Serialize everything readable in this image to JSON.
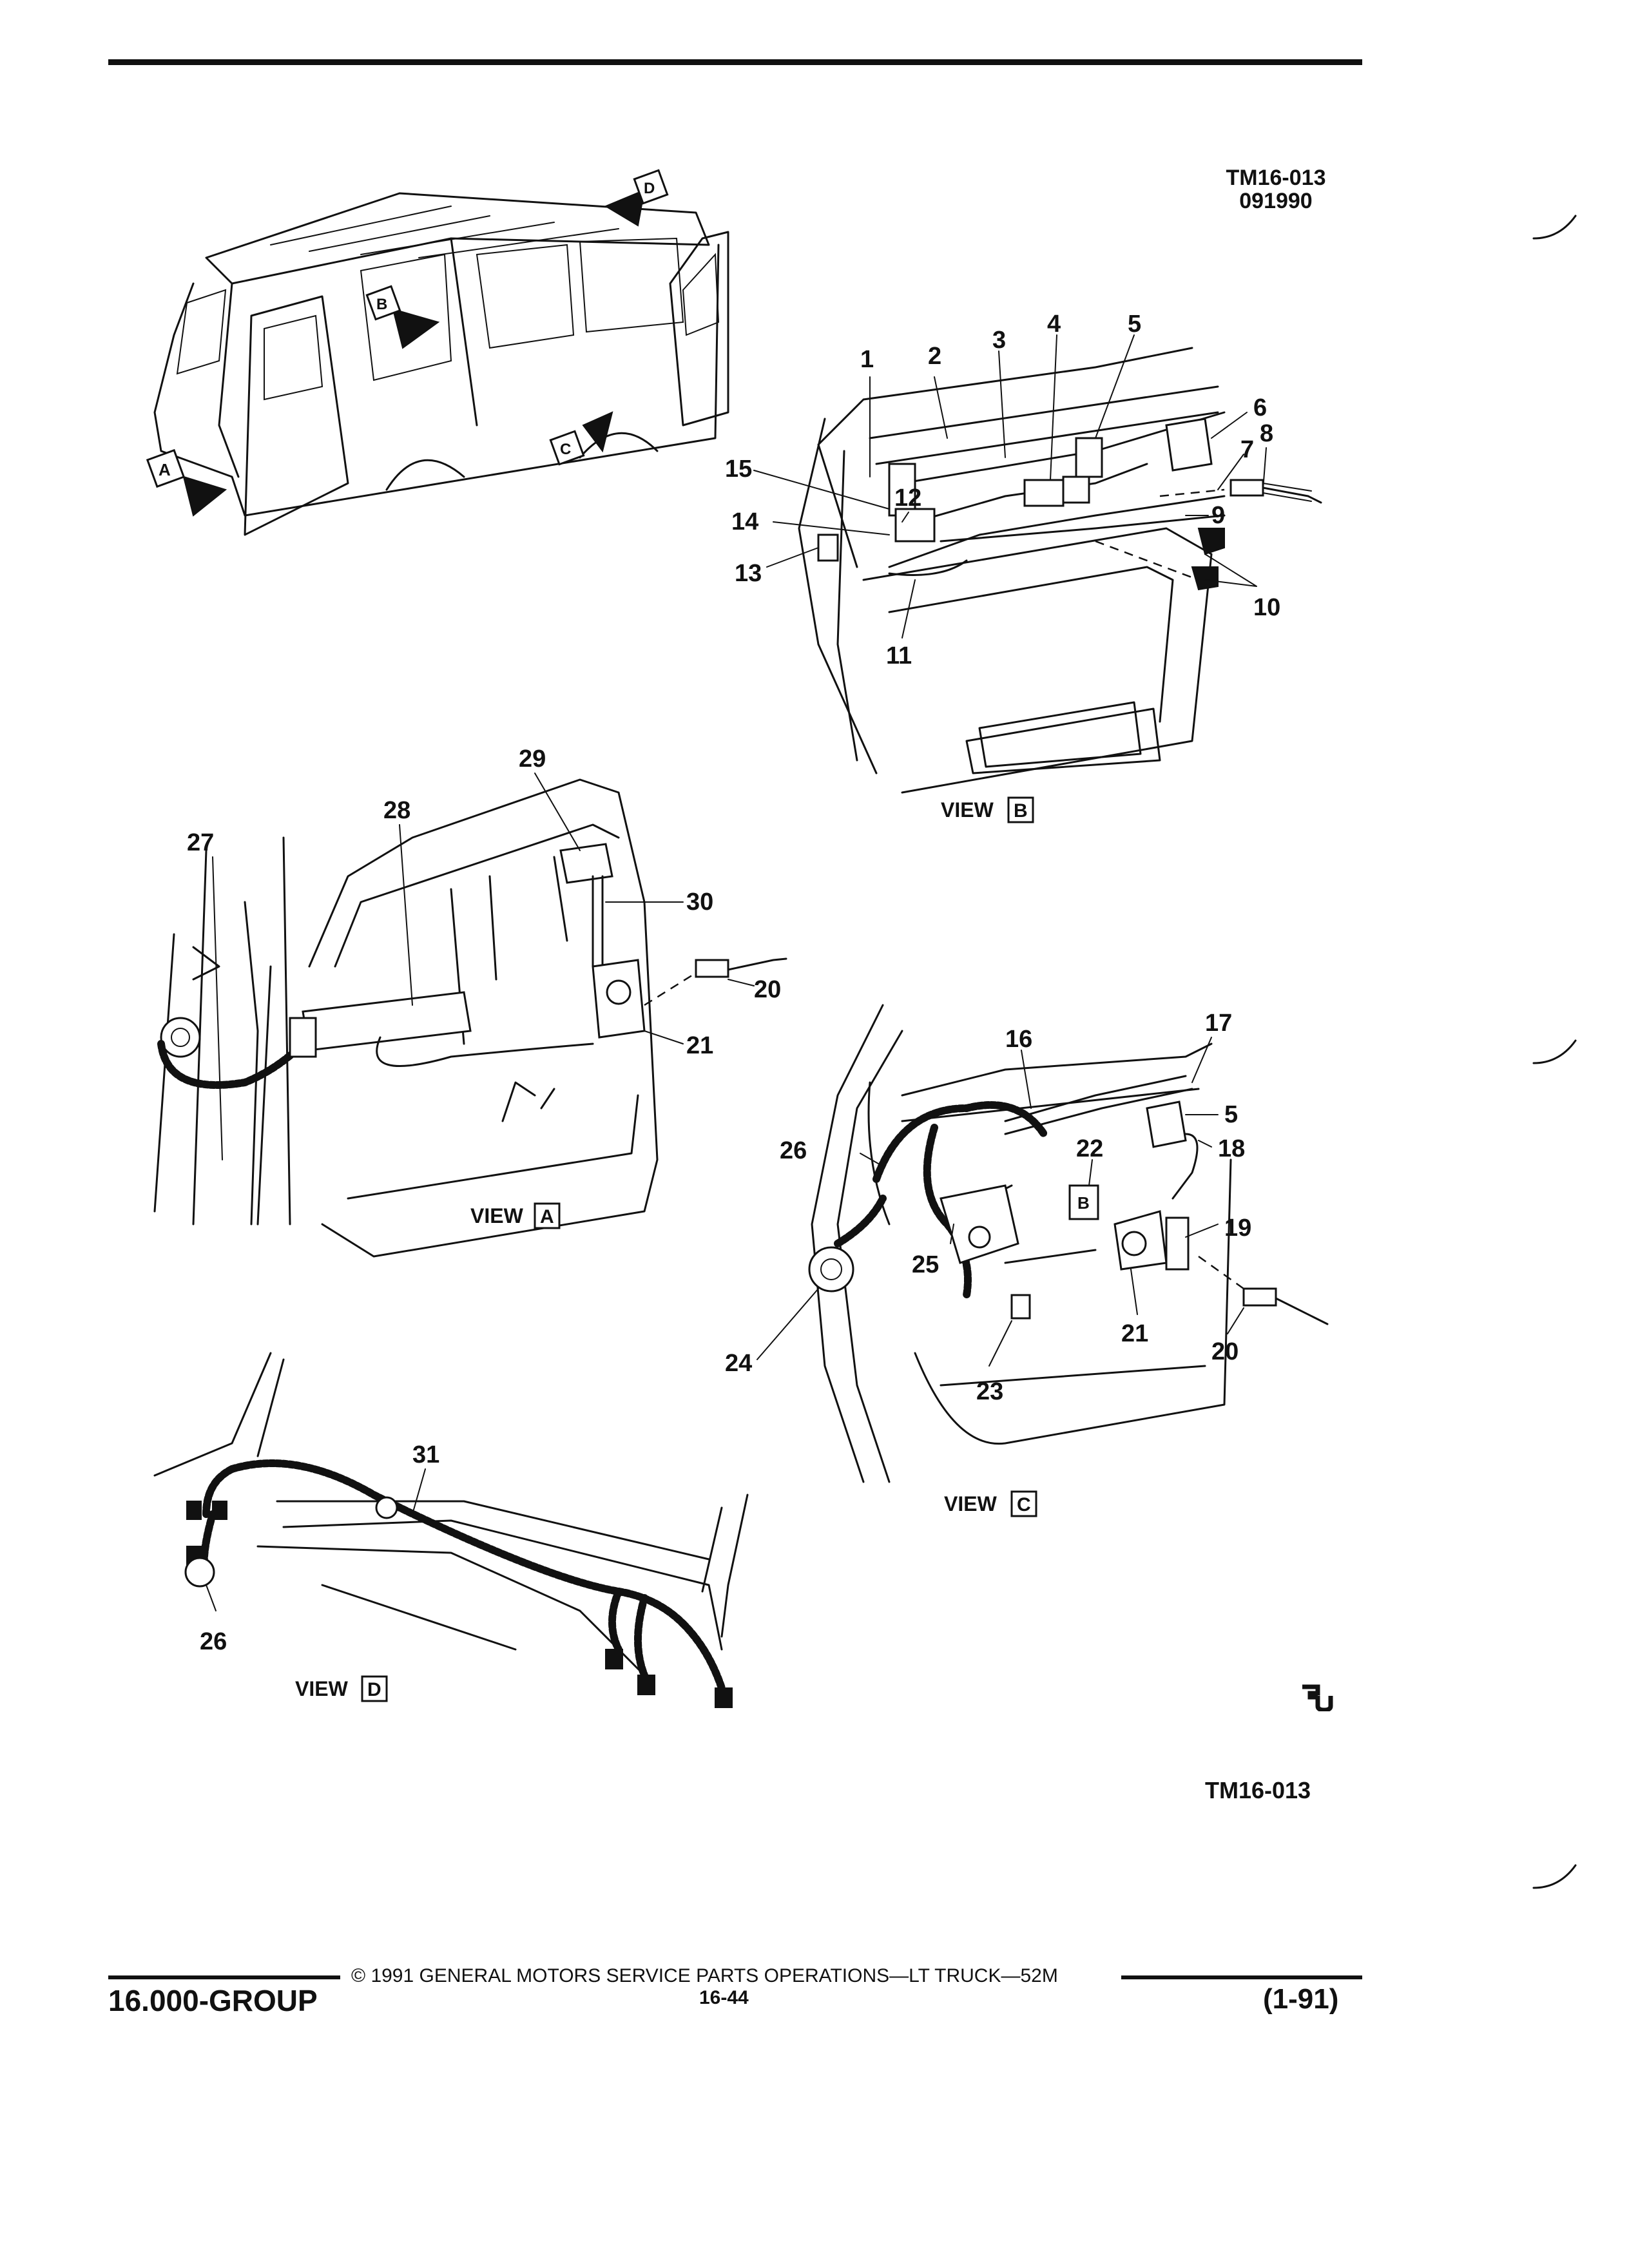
{
  "header": {
    "tm_code": "TM16-013",
    "date_code": "091990"
  },
  "views": {
    "a": {
      "prefix": "VIEW",
      "letter": "A"
    },
    "b": {
      "prefix": "VIEW",
      "letter": "B"
    },
    "c": {
      "prefix": "VIEW",
      "letter": "C"
    },
    "d": {
      "prefix": "VIEW",
      "letter": "D"
    }
  },
  "callouts": {
    "b": [
      "1",
      "2",
      "3",
      "4",
      "5",
      "6",
      "7",
      "8",
      "9",
      "10",
      "11",
      "12",
      "13",
      "14",
      "15"
    ],
    "a": [
      "27",
      "28",
      "29",
      "30",
      "20",
      "21"
    ],
    "c": [
      "16",
      "17",
      "5",
      "18",
      "22",
      "19",
      "26",
      "25",
      "21",
      "20",
      "24",
      "23"
    ],
    "d": [
      "31",
      "26"
    ]
  },
  "footer": {
    "copyright": "© 1991 GENERAL MOTORS SERVICE PARTS OPERATIONS—LT TRUCK—52M",
    "group": "16.000-GROUP",
    "page": "16-44",
    "revision": "(1-91)",
    "bottom_code": "TM16-013",
    "logo_text": "GM"
  }
}
